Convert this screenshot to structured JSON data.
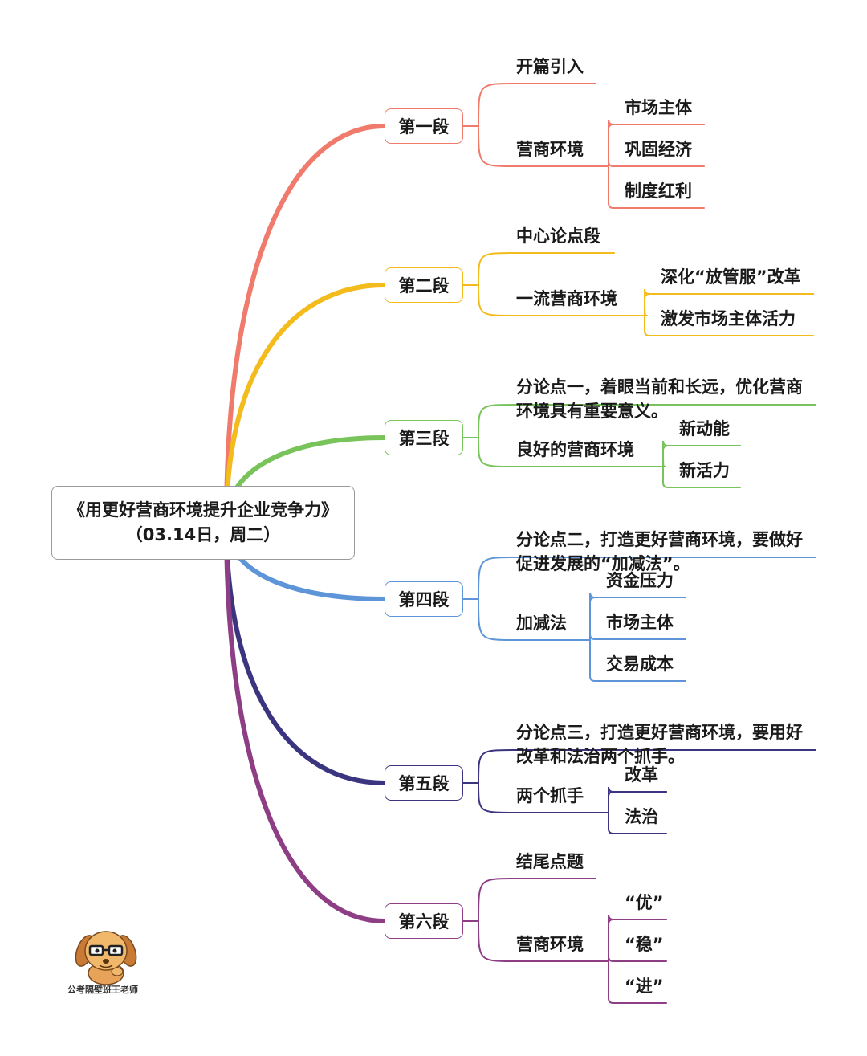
{
  "root": {
    "title": "《用更好营商环境提升企业竞争力》（03.14日，周二）"
  },
  "branches": [
    {
      "label": "第一段",
      "color": "#f07a6c",
      "children": [
        {
          "label": "开篇引入",
          "children": []
        },
        {
          "label": "营商环境",
          "children": [
            "市场主体",
            "巩固经济",
            "制度红利"
          ]
        }
      ]
    },
    {
      "label": "第二段",
      "color": "#f4bb1c",
      "children": [
        {
          "label": "中心论点段",
          "children": []
        },
        {
          "label": "一流营商环境",
          "children": [
            "深化“放管服”改革",
            "激发市场主体活力"
          ]
        }
      ]
    },
    {
      "label": "第三段",
      "color": "#78c45a",
      "children": [
        {
          "label": "分论点一，着眼当前和长远，优化营商环境具有重要意义。",
          "children": []
        },
        {
          "label": "良好的营商环境",
          "children": [
            "新动能",
            "新活力"
          ]
        }
      ]
    },
    {
      "label": "第四段",
      "color": "#5e95d8",
      "children": [
        {
          "label": "分论点二，打造更好营商环境，要做好促进发展的“加减法”。",
          "children": []
        },
        {
          "label": "加减法",
          "children": [
            "资金压力",
            "市场主体",
            "交易成本"
          ]
        }
      ]
    },
    {
      "label": "第五段",
      "color": "#3b3580",
      "children": [
        {
          "label": "分论点三，打造更好营商环境，要用好改革和法治两个抓手。",
          "children": []
        },
        {
          "label": "两个抓手",
          "children": [
            "改革",
            "法治"
          ]
        }
      ]
    },
    {
      "label": "第六段",
      "color": "#8e3e85",
      "children": [
        {
          "label": "结尾点题",
          "children": []
        },
        {
          "label": "营商环境",
          "children": [
            "“优”",
            "“稳”",
            "“进”"
          ]
        }
      ]
    }
  ],
  "watermark": "公考隔壁班王老师",
  "icons": {
    "mascot": "cartoon-dog-mascot-icon"
  }
}
